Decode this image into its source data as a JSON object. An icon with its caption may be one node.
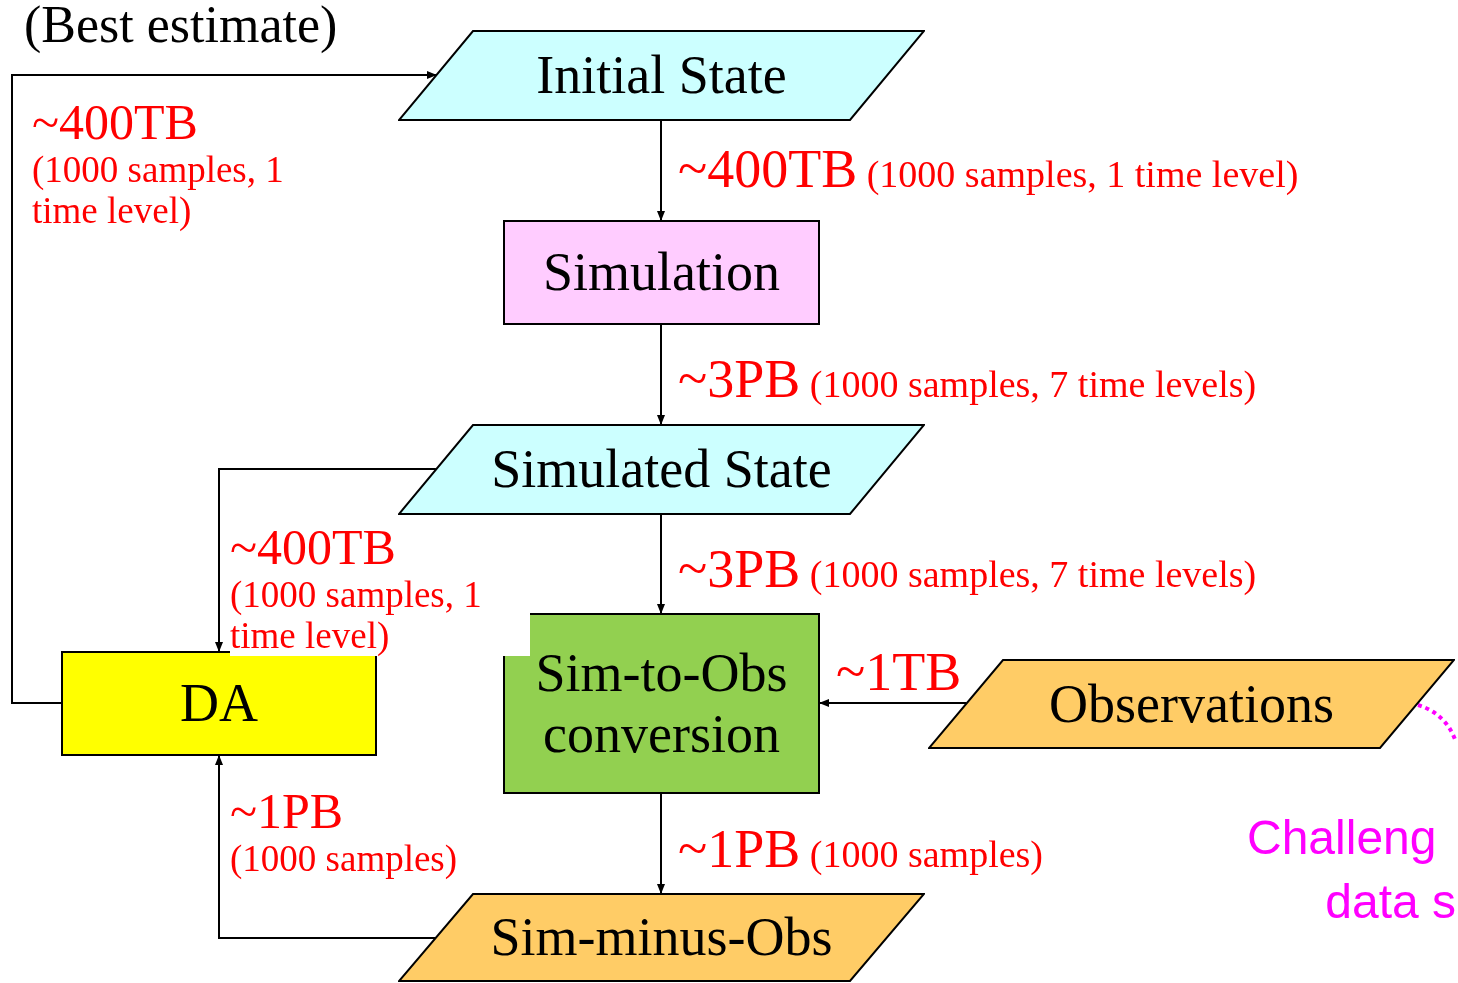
{
  "diagram": {
    "nodes": [
      {
        "text": [
          "Initial State"
        ]
      },
      {
        "text": [
          "Simulation"
        ]
      },
      {
        "text": [
          "Simulated State"
        ]
      },
      {
        "text": [
          "Sim-to-Obs conversion"
        ]
      },
      {
        "text": [
          "Observations"
        ]
      },
      {
        "text": [
          "DA"
        ]
      },
      {
        "text": [
          "Sim-minus-Obs"
        ]
      }
    ],
    "edges": [
      {
        "from": 0,
        "to": 1,
        "arrow": "to",
        "label": "~400TB (1000 samples, 1 time level)"
      },
      {
        "from": 1,
        "to": 2,
        "arrow": "to",
        "label": "~3PB (1000 samples, 7 time levels)"
      },
      {
        "from": 2,
        "to": 3,
        "arrow": "to",
        "label": "~3PB (1000 samples, 7 time levels)"
      },
      {
        "from": 4,
        "to": 3,
        "arrow": "to",
        "label": "~1TB"
      },
      {
        "from": 3,
        "to": 6,
        "arrow": "to",
        "label": "~1PB (1000 samples)"
      },
      {
        "from": 6,
        "to": 5,
        "arrow": "to",
        "label": "~1PB (1000 samples)"
      },
      {
        "from": 2,
        "to": 5,
        "arrow": "to",
        "label": "~400TB (1000 samples, 1 time level)"
      },
      {
        "from": 5,
        "to": 0,
        "arrow": "to",
        "label": "~400TB (1000 samples, 1 time level)"
      }
    ],
    "labels": [
      "(Best estimate)",
      "Challeng",
      "data s"
    ]
  }
}
